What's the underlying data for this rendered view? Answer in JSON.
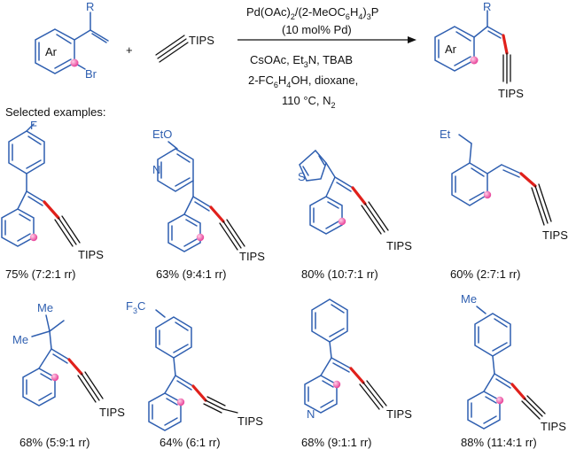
{
  "reaction": {
    "reactant1": {
      "r_label": "R",
      "ar_label": "Ar",
      "br_label": "Br"
    },
    "plus": "+",
    "reactant2": {
      "tips_label": "TIPS"
    },
    "conditions": {
      "line1_main": "Pd(OAc)",
      "line1_sub": "2",
      "line1_tail": "/(2-MeOC",
      "line1_sub2": "6",
      "line1_tail2": "H",
      "line1_sub3": "4",
      "line1_tail3": ")",
      "line1_sub4": "3",
      "line1_tail4": "P",
      "line2": "(10 mol% Pd)",
      "line3_a": "CsOAc, Et",
      "line3_sub": "3",
      "line3_b": "N, TBAB",
      "line4_a": "2-FC",
      "line4_sub": "6",
      "line4_b": "H",
      "line4_sub2": "4",
      "line4_c": "OH, dioxane,",
      "line5_a": "110 °C, N",
      "line5_sub": "2"
    },
    "product": {
      "r_label": "R",
      "ar_label": "Ar",
      "tips_label": "TIPS"
    }
  },
  "section_title": "Selected examples:",
  "examples": [
    {
      "substituent": "F",
      "tips": "TIPS",
      "yield": "75% (7:2:1 rr)"
    },
    {
      "substituent": "EtO",
      "hetero": "N",
      "tips": "TIPS",
      "yield": "63% (9:4:1 rr)"
    },
    {
      "substituent": "S",
      "tips": "TIPS",
      "yield": "80% (10:7:1 rr)"
    },
    {
      "substituent": "Et",
      "tips": "TIPS",
      "yield": "60% (2:7:1 rr)"
    },
    {
      "substituent_a": "Me",
      "substituent_b": "Me",
      "tips": "TIPS",
      "yield": "68% (5:9:1 rr)"
    },
    {
      "substituent": "F",
      "substituent_sub": "3",
      "substituent_tail": "C",
      "tips": "TIPS",
      "yield": "64% (6:1 rr)"
    },
    {
      "hetero": "N",
      "tips": "TIPS",
      "yield": "68% (9:1:1 rr)"
    },
    {
      "substituent": "Me",
      "tips": "TIPS",
      "yield": "88% (11:4:1 rr)"
    }
  ],
  "colors": {
    "bond_blue": "#2f5fb0",
    "new_bond_red": "#e0201b",
    "dot_pink": "#e8449a",
    "text": "#111111"
  }
}
